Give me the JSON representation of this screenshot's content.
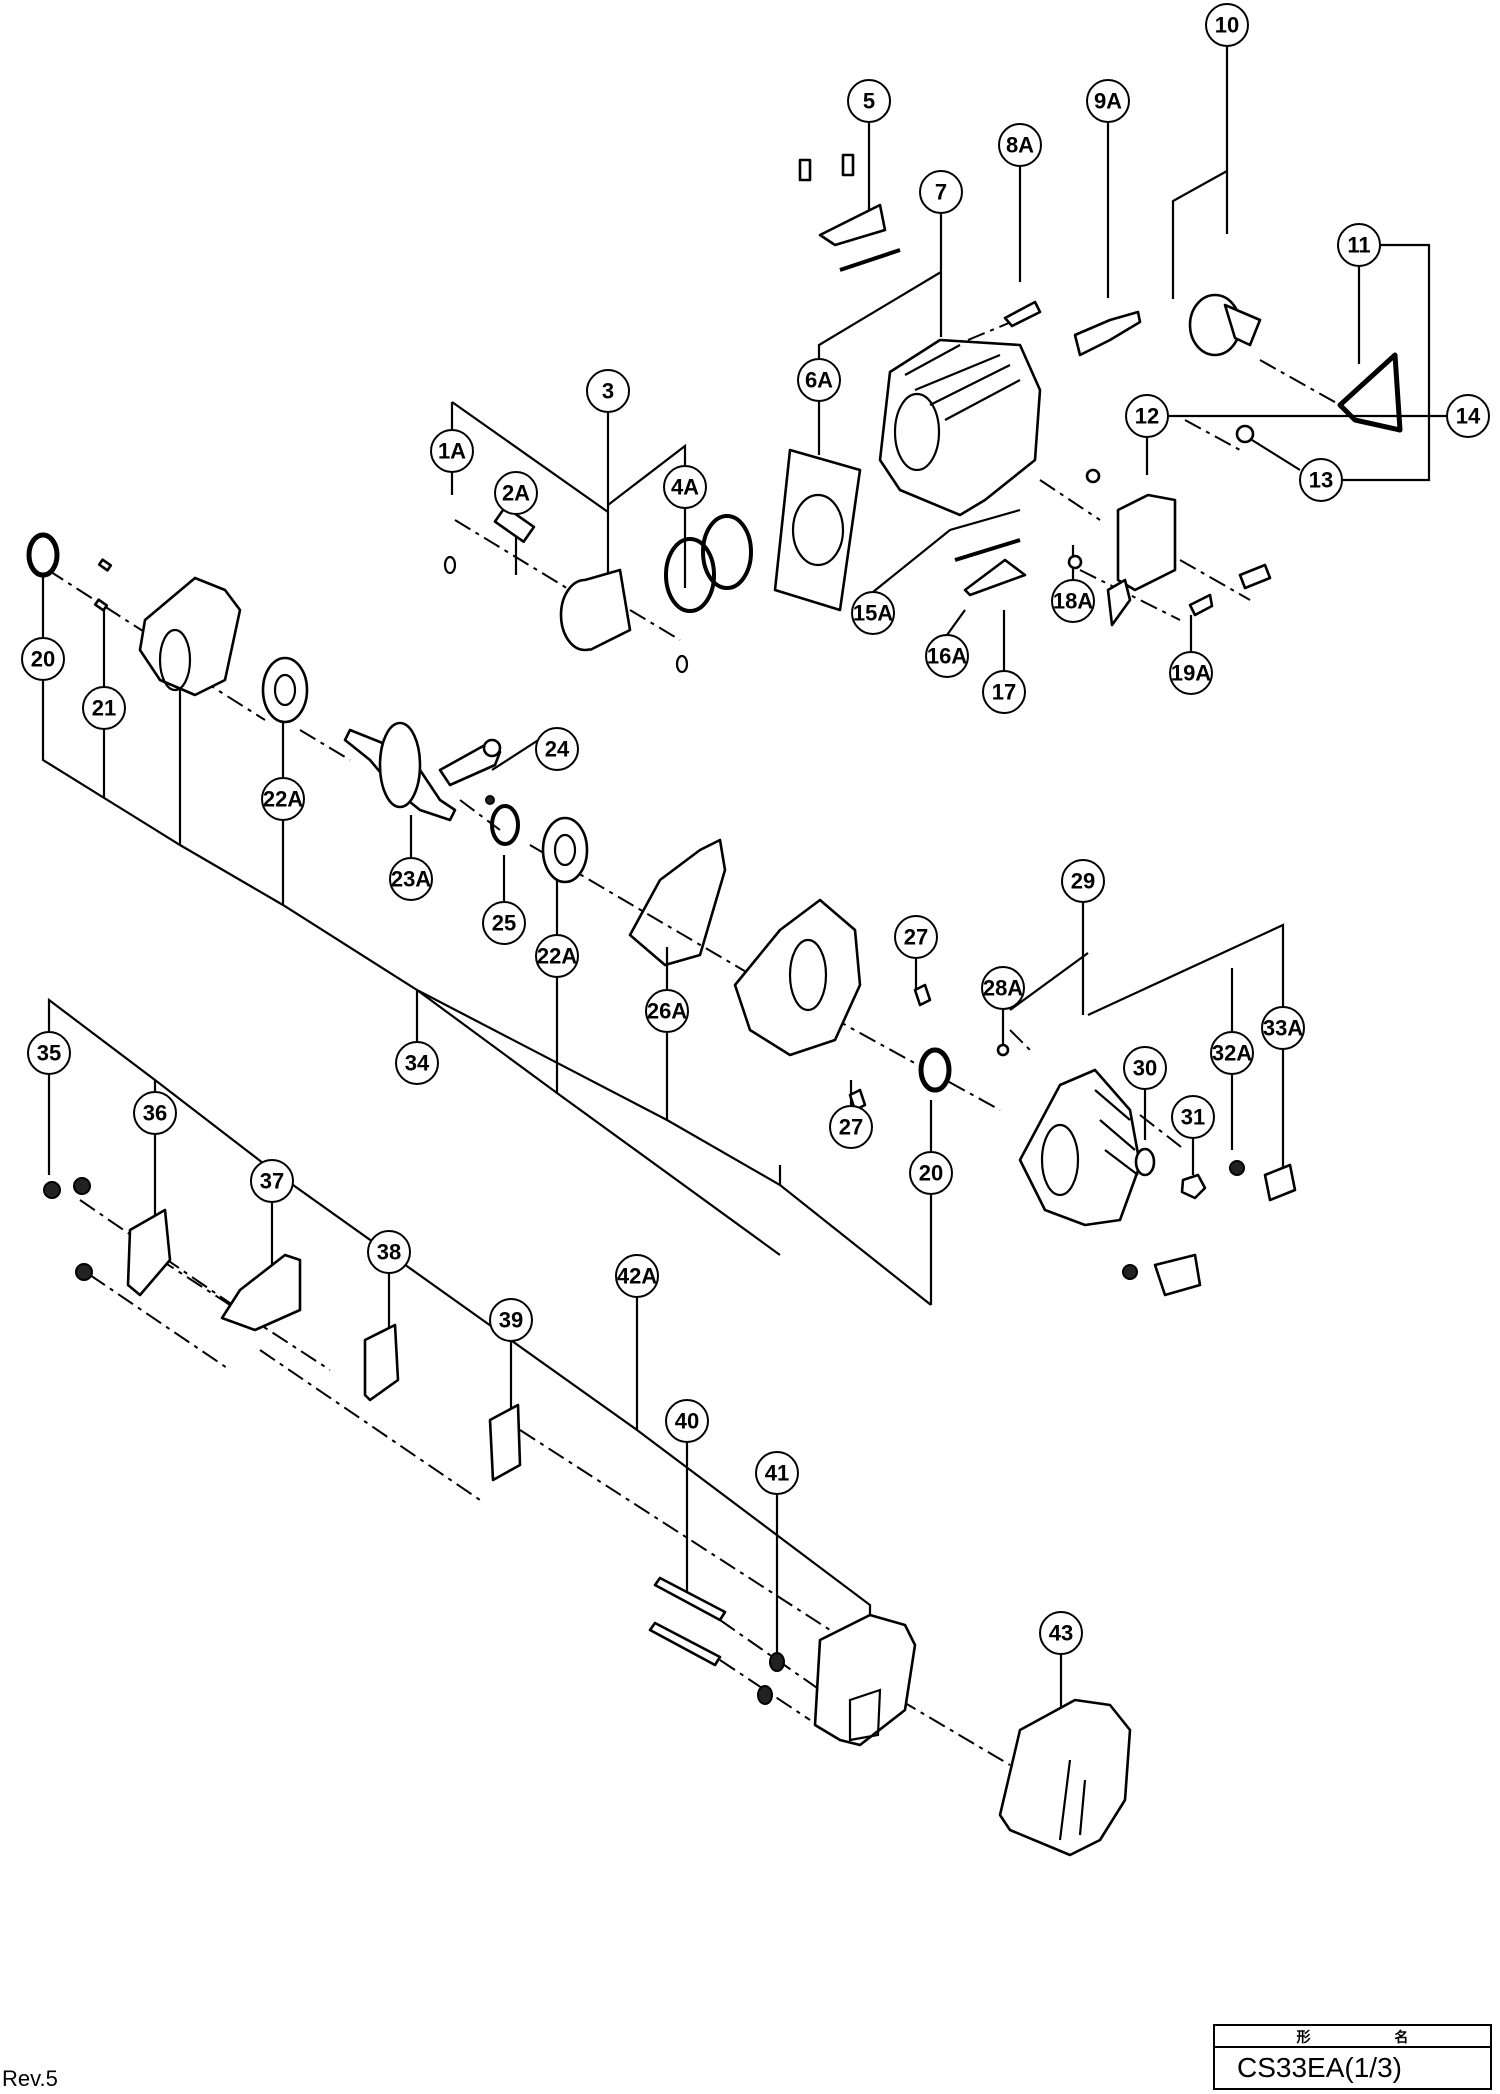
{
  "document": {
    "revision": "Rev.5",
    "title_block": {
      "header": "形 名",
      "model": "CS33EA(1/3)"
    }
  },
  "callouts": [
    {
      "label": "10"
    },
    {
      "label": "5"
    },
    {
      "label": "9A"
    },
    {
      "label": "8A"
    },
    {
      "label": "7"
    },
    {
      "label": "11"
    },
    {
      "label": "3"
    },
    {
      "label": "6A"
    },
    {
      "label": "12"
    },
    {
      "label": "14"
    },
    {
      "label": "13"
    },
    {
      "label": "1A"
    },
    {
      "label": "2A"
    },
    {
      "label": "4A"
    },
    {
      "label": "15A"
    },
    {
      "label": "18A"
    },
    {
      "label": "16A"
    },
    {
      "label": "17"
    },
    {
      "label": "19A"
    },
    {
      "label": "20"
    },
    {
      "label": "21"
    },
    {
      "label": "22A"
    },
    {
      "label": "24"
    },
    {
      "label": "23A"
    },
    {
      "label": "25"
    },
    {
      "label": "22A"
    },
    {
      "label": "29"
    },
    {
      "label": "27"
    },
    {
      "label": "28A"
    },
    {
      "label": "33A"
    },
    {
      "label": "32A"
    },
    {
      "label": "26A"
    },
    {
      "label": "34"
    },
    {
      "label": "35"
    },
    {
      "label": "30"
    },
    {
      "label": "36"
    },
    {
      "label": "31"
    },
    {
      "label": "27"
    },
    {
      "label": "20"
    },
    {
      "label": "37"
    },
    {
      "label": "38"
    },
    {
      "label": "39"
    },
    {
      "label": "42A"
    },
    {
      "label": "40"
    },
    {
      "label": "41"
    },
    {
      "label": "43"
    }
  ]
}
